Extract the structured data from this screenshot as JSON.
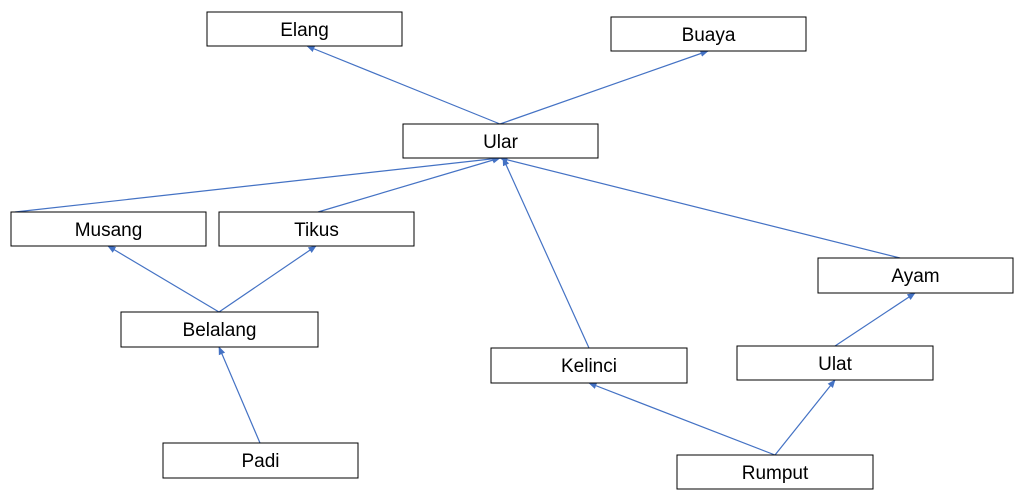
{
  "diagram": {
    "edge_color": "#4472c4",
    "box_stroke": "#000000",
    "nodes": {
      "elang": "Elang",
      "buaya": "Buaya",
      "ular": "Ular",
      "musang": "Musang",
      "tikus": "Tikus",
      "ayam": "Ayam",
      "belalang": "Belalang",
      "kelinci": "Kelinci",
      "ulat": "Ulat",
      "padi": "Padi",
      "rumput": "Rumput"
    },
    "edges": [
      {
        "from": "ular",
        "to": "elang"
      },
      {
        "from": "ular",
        "to": "buaya"
      },
      {
        "from": "musang",
        "to": "ular"
      },
      {
        "from": "tikus",
        "to": "ular"
      },
      {
        "from": "kelinci",
        "to": "ular"
      },
      {
        "from": "ayam",
        "to": "ular"
      },
      {
        "from": "belalang",
        "to": "musang"
      },
      {
        "from": "belalang",
        "to": "tikus"
      },
      {
        "from": "padi",
        "to": "belalang"
      },
      {
        "from": "rumput",
        "to": "kelinci"
      },
      {
        "from": "rumput",
        "to": "ulat"
      },
      {
        "from": "ulat",
        "to": "ayam"
      }
    ]
  }
}
